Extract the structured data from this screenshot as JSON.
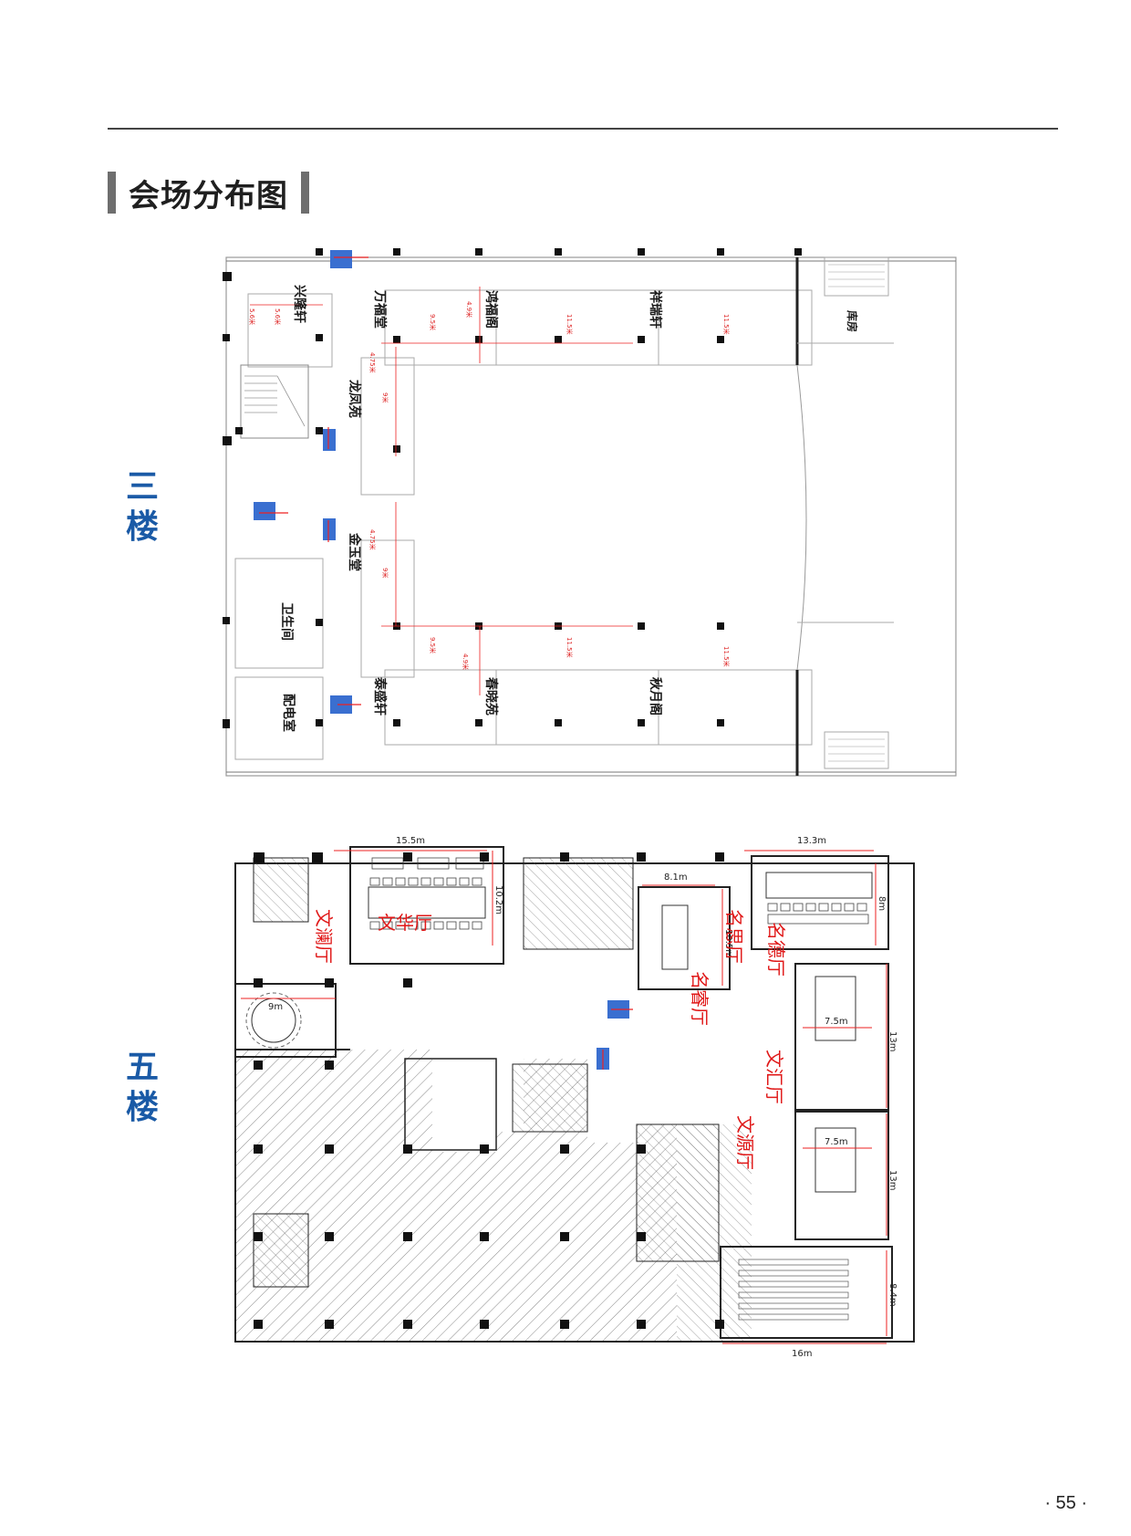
{
  "section_title": "会场分布图",
  "page_number": "· 55 ·",
  "floor3": {
    "label": "三楼",
    "label_chars": [
      "三",
      "楼"
    ],
    "rooms": [
      {
        "name": "兴隆轩",
        "dims": [
          "5.6米",
          "5.6米"
        ]
      },
      {
        "name": "万福堂",
        "dims": [
          "9.5米"
        ]
      },
      {
        "name": "鸿福阁",
        "dims": [
          "4.9米",
          "11.5米"
        ]
      },
      {
        "name": "祥瑞轩",
        "dims": [
          "11.5米"
        ]
      },
      {
        "name": "库房",
        "dims": []
      },
      {
        "name": "龙凤苑",
        "dims": [
          "4.75米",
          "9米"
        ]
      },
      {
        "name": "金玉堂",
        "dims": [
          "4.75米",
          "9米"
        ]
      },
      {
        "name": "卫生间",
        "dims": []
      },
      {
        "name": "配电室",
        "dims": []
      },
      {
        "name": "泰盛轩",
        "dims": [
          "9.5米"
        ]
      },
      {
        "name": "春晓苑",
        "dims": [
          "4.9米",
          "11.5米"
        ]
      },
      {
        "name": "秋月阁",
        "dims": [
          "11.5米"
        ]
      }
    ]
  },
  "floor5": {
    "label": "五楼",
    "label_chars": [
      "五",
      "楼"
    ],
    "dimensions": [
      "15.5m",
      "10.2m",
      "13.3m",
      "8m",
      "8.1m",
      "10.5m",
      "13m",
      "7.5m",
      "13m",
      "7.5m",
      "8.4m",
      "16m",
      "9m"
    ],
    "halls": [
      "文澜厅",
      "文华厅",
      "名思厅",
      "名德厅",
      "名睿厅",
      "文汇厅",
      "文源厅"
    ]
  }
}
